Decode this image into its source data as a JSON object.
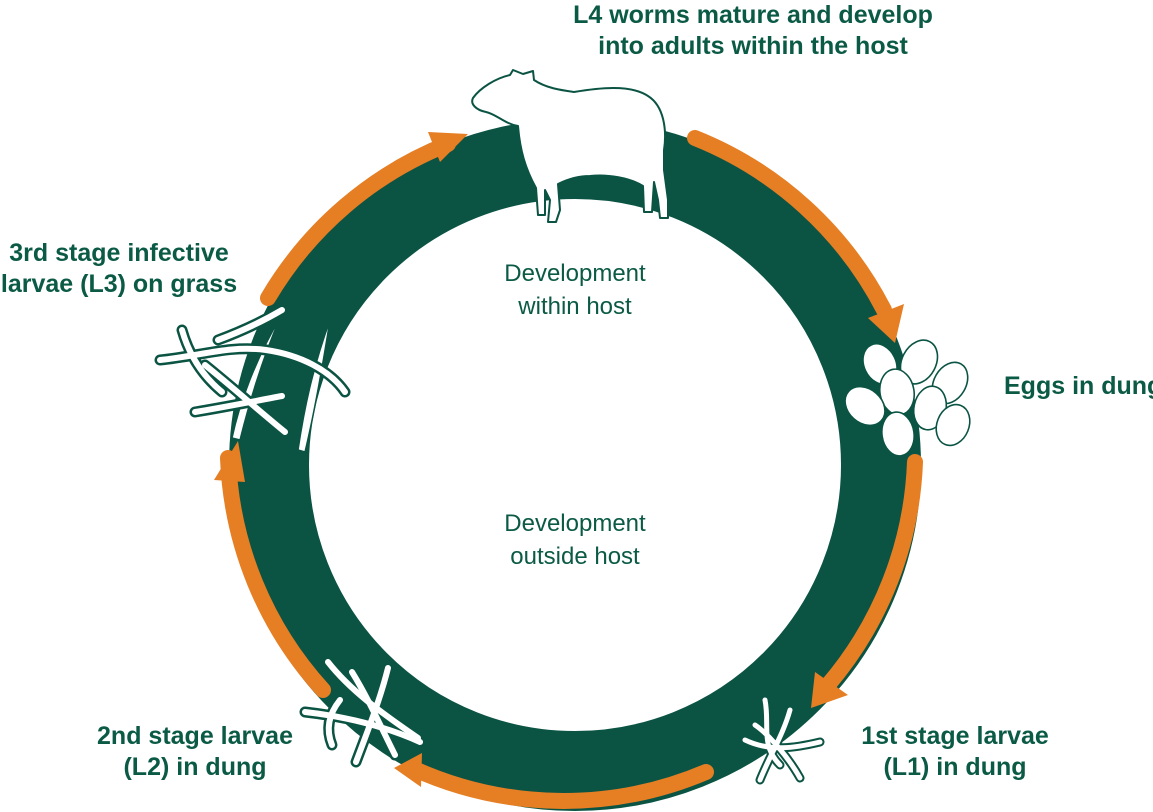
{
  "colors": {
    "ring": "#0b5444",
    "arrow": "#e67e24",
    "text": "#0b5a45",
    "icon_stroke": "#0b5444",
    "icon_fill": "#ffffff"
  },
  "stages": [
    {
      "id": "l4",
      "lines": [
        "L4 worms mature and develop",
        "into adults within the host"
      ],
      "icon": "sheep-icon"
    },
    {
      "id": "eggs",
      "lines": [
        "Eggs in dung"
      ],
      "icon": "eggs-icon"
    },
    {
      "id": "l1",
      "lines": [
        "1st stage larvae",
        "(L1) in dung"
      ],
      "icon": "larvae-icon"
    },
    {
      "id": "l2",
      "lines": [
        "2nd stage larvae",
        "(L2) in dung"
      ],
      "icon": "larvae-icon"
    },
    {
      "id": "l3",
      "lines": [
        "3rd stage infective",
        "larvae (L3) on grass"
      ],
      "icon": "larvae-icon"
    }
  ],
  "center": {
    "within": [
      "Development",
      "within host"
    ],
    "outside": [
      "Development",
      "outside host"
    ]
  }
}
